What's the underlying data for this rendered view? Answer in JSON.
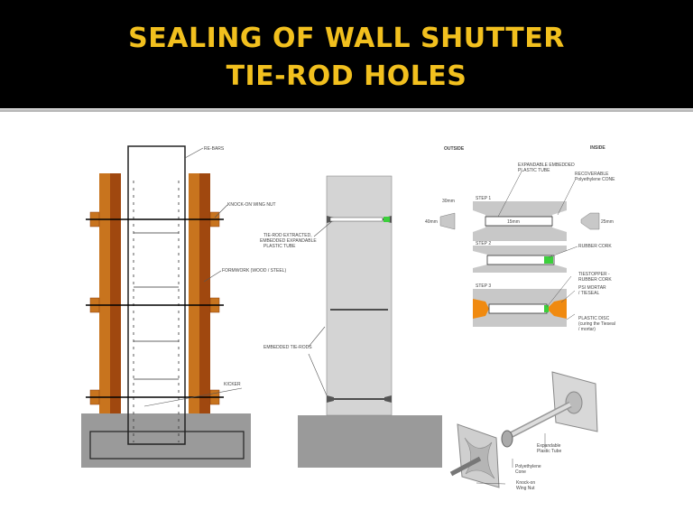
{
  "title": {
    "line1": "SEALING OF WALL SHUTTER",
    "line2": "TIE-ROD HOLES"
  },
  "colors": {
    "header": "#000000",
    "title": "#f2c01e",
    "formwork": "#c8741e",
    "formwork_dark": "#a0480f",
    "concrete": "#cfcfcf",
    "rubber_cork": "#3ccf3c",
    "mortar": "#f08a10"
  },
  "left_diagram": {
    "labels": {
      "rebars": "RE-BARS",
      "wing_nut": "KNOCK-ON WING NUT",
      "formwork": "FORMWORK (WOOD / STEEL)",
      "kicker": "KICKER"
    }
  },
  "middle_diagram": {
    "labels": {
      "tube": [
        "TIE-ROD EXTRACTED,",
        "EMBEDDED EXPANDABLE",
        "PLASTIC TUBE"
      ],
      "embedded_rods": "EMBEDDED TIE-RODS"
    }
  },
  "steps_diagram": {
    "outside": "OUTSIDE",
    "inside": "INSIDE",
    "step1": "STEP 1",
    "step2": "STEP 2",
    "step3": "STEP 3",
    "dim_top": "30mm",
    "dim_side": "40mm",
    "dim_tube": "15mm",
    "dim_right": "25mm",
    "labels": {
      "tube": [
        "EXPANDABLE EMBEDDED",
        "PLASTIC TUBE"
      ],
      "cone": [
        "RECOVERABLE",
        "Polyethylene CONE"
      ],
      "cork": "RUBBER CORK",
      "tiestopper": [
        "TIESTOPPER -",
        "RUBBER CORK"
      ],
      "mortar": [
        "PSI MORTAR",
        "/ TIESEAL"
      ],
      "disc": [
        "PLASTIC DISC",
        "(curing the Tieseal",
        "/ mortar)"
      ]
    }
  },
  "iso_diagram": {
    "labels": {
      "tube": [
        "Expandable",
        "Plastic Tube"
      ],
      "cone": [
        "Polyethylene",
        "Cone"
      ],
      "nut": [
        "Knock-on",
        "Wing Nut"
      ]
    }
  }
}
